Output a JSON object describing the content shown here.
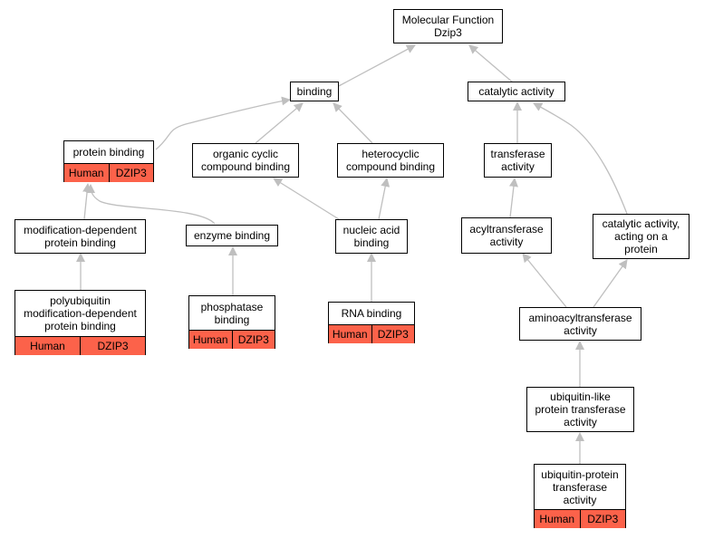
{
  "colors": {
    "edge": "#bfbfbf",
    "annotation_fill": "#fc624a",
    "node_border": "#000000"
  },
  "nodes": {
    "mf": {
      "label": "Molecular Function\nDzip3"
    },
    "binding": {
      "label": "binding"
    },
    "catalytic": {
      "label": "catalytic activity"
    },
    "protein_binding": {
      "label": "protein binding",
      "tags": [
        "Human",
        "DZIP3"
      ]
    },
    "organic_cyclic": {
      "label": "organic cyclic\ncompound binding"
    },
    "heterocyclic": {
      "label": "heterocyclic\ncompound binding"
    },
    "transferase": {
      "label": "transferase\nactivity"
    },
    "mod_dep": {
      "label": "modification-dependent\nprotein binding"
    },
    "enzyme_binding": {
      "label": "enzyme binding"
    },
    "nucleic_acid": {
      "label": "nucleic acid\nbinding"
    },
    "acyltransferase": {
      "label": "acyltransferase\nactivity"
    },
    "cat_protein": {
      "label": "catalytic activity,\nacting on a\nprotein"
    },
    "polyubiquitin": {
      "label": "polyubiquitin\nmodification-dependent\nprotein binding",
      "tags": [
        "Human",
        "DZIP3"
      ]
    },
    "phosphatase": {
      "label": "phosphatase\nbinding",
      "tags": [
        "Human",
        "DZIP3"
      ]
    },
    "rna_binding": {
      "label": "RNA binding",
      "tags": [
        "Human",
        "DZIP3"
      ]
    },
    "aminoacyl": {
      "label": "aminoacyltransferase\nactivity"
    },
    "ubl_transferase": {
      "label": "ubiquitin-like\nprotein transferase\nactivity"
    },
    "ub_transferase": {
      "label": "ubiquitin-protein\ntransferase\nactivity",
      "tags": [
        "Human",
        "DZIP3"
      ]
    }
  },
  "edges": [
    [
      "binding",
      "mf"
    ],
    [
      "catalytic",
      "mf"
    ],
    [
      "protein_binding",
      "binding"
    ],
    [
      "organic_cyclic",
      "binding"
    ],
    [
      "heterocyclic",
      "binding"
    ],
    [
      "transferase",
      "catalytic"
    ],
    [
      "cat_protein",
      "catalytic"
    ],
    [
      "mod_dep",
      "protein_binding"
    ],
    [
      "enzyme_binding",
      "protein_binding"
    ],
    [
      "nucleic_acid",
      "organic_cyclic"
    ],
    [
      "nucleic_acid",
      "heterocyclic"
    ],
    [
      "acyltransferase",
      "transferase"
    ],
    [
      "polyubiquitin",
      "mod_dep"
    ],
    [
      "phosphatase",
      "enzyme_binding"
    ],
    [
      "rna_binding",
      "nucleic_acid"
    ],
    [
      "aminoacyl",
      "acyltransferase"
    ],
    [
      "aminoacyl",
      "cat_protein"
    ],
    [
      "ubl_transferase",
      "aminoacyl"
    ],
    [
      "ub_transferase",
      "ubl_transferase"
    ]
  ]
}
